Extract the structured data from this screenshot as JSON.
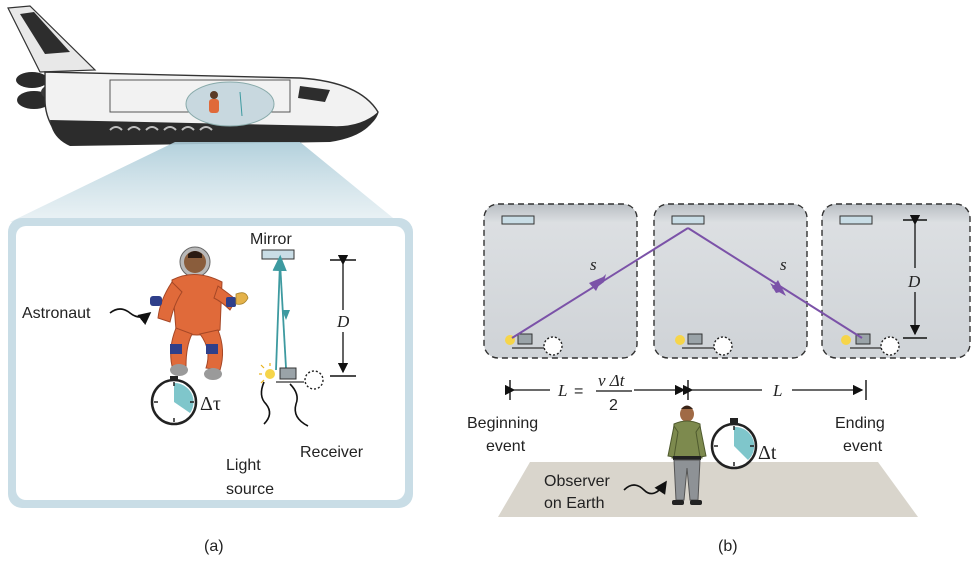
{
  "panel_a": {
    "caption": "(a)",
    "labels": {
      "mirror": "Mirror",
      "astronaut": "Astronaut",
      "distance": "D",
      "tau": "Δτ",
      "light": "Light",
      "source": "source",
      "receiver": "Receiver"
    }
  },
  "panel_b": {
    "caption": "(b)",
    "labels": {
      "s_left": "s",
      "s_right": "s",
      "distance": "D",
      "L_left": "L",
      "equals": "=",
      "v_dt": "v Δt",
      "two": "2",
      "L_right": "L",
      "beginning": "Beginning",
      "beginning_event": "event",
      "ending": "Ending",
      "ending_event": "event",
      "observer": "Observer",
      "on_earth": "on Earth",
      "dt": "Δt"
    }
  },
  "colors": {
    "light_path": "#7b52a8",
    "room_fill": "#d7dadd",
    "room_border": "#444444",
    "astronaut_suit": "#e06a3a",
    "callout": "#c9dde6",
    "floor": "#d9d5cc"
  }
}
